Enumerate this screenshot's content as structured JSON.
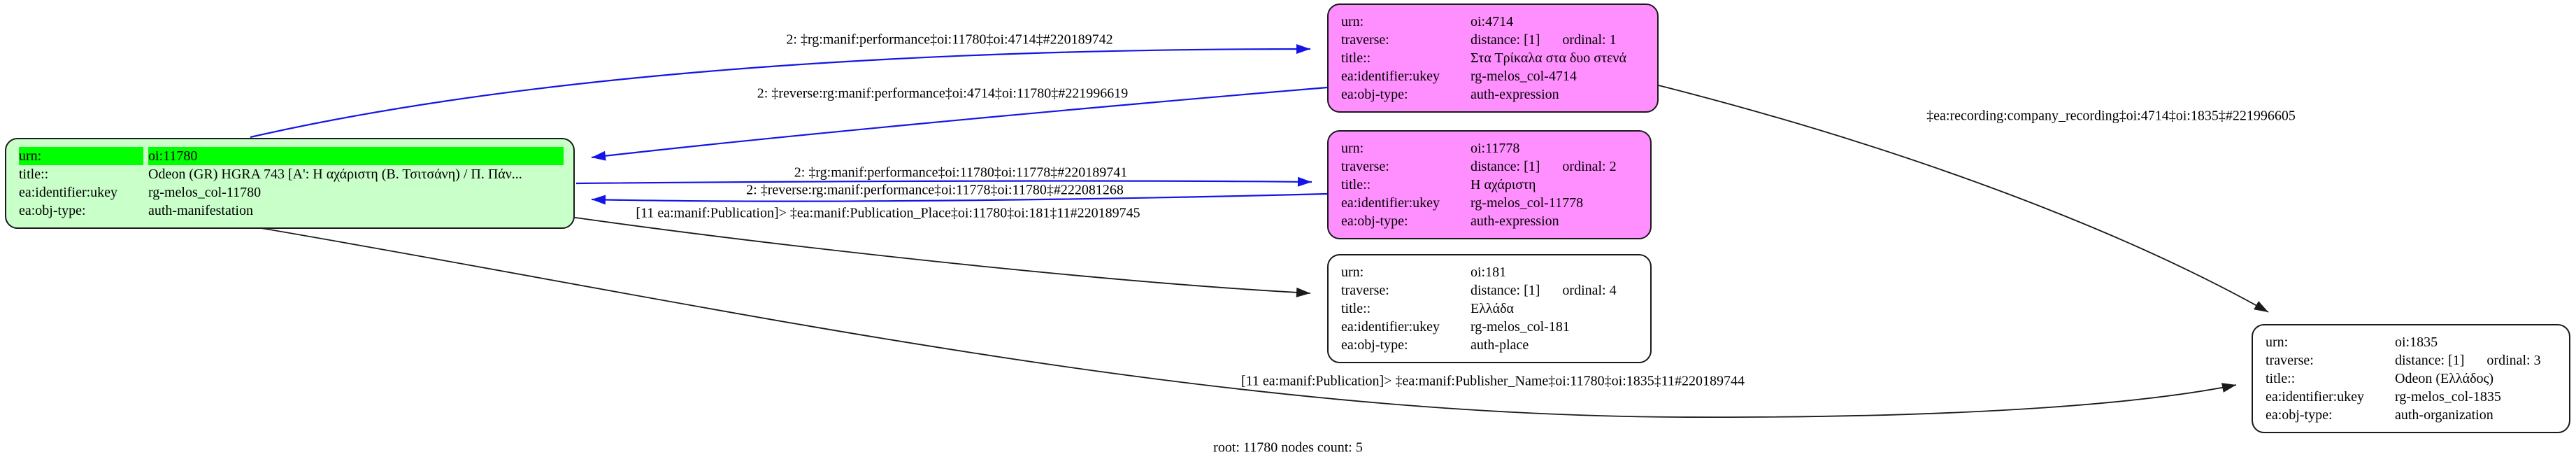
{
  "graph": {
    "caption": "root: 11780 nodes count: 5",
    "colors": {
      "root_fill": "#c9ffc9",
      "root_highlight": "#00ff00",
      "expression_fill": "#ff8fff",
      "plain_fill": "#ffffff",
      "edge_blue": "#1414e6",
      "edge_black": "#1a1a1a"
    },
    "nodes": [
      {
        "id": "oi:11780",
        "urn_key": "urn:",
        "urn_value": "oi:11780",
        "title_key": "title::",
        "title_value": "Odeon (GR) HGRA 743 [Α': Η αχάριστη (Β. Τσιτσάνη) / Π. Πάν...",
        "ukey_key": "ea:identifier:ukey",
        "ukey_value": "rg-melos_col-11780",
        "objtype_key": "ea:obj-type:",
        "objtype_value": "auth-manifestation"
      },
      {
        "id": "oi:4714",
        "urn_key": "urn:",
        "urn_value": "oi:4714",
        "traverse_key": "traverse:",
        "distance": "distance: [1]",
        "ordinal": "ordinal: 1",
        "title_key": "title::",
        "title_value": "Στα Τρίκαλα στα δυο στενά",
        "ukey_key": "ea:identifier:ukey",
        "ukey_value": "rg-melos_col-4714",
        "objtype_key": "ea:obj-type:",
        "objtype_value": "auth-expression"
      },
      {
        "id": "oi:11778",
        "urn_key": "urn:",
        "urn_value": "oi:11778",
        "traverse_key": "traverse:",
        "distance": "distance: [1]",
        "ordinal": "ordinal: 2",
        "title_key": "title::",
        "title_value": "Η αχάριστη",
        "ukey_key": "ea:identifier:ukey",
        "ukey_value": "rg-melos_col-11778",
        "objtype_key": "ea:obj-type:",
        "objtype_value": "auth-expression"
      },
      {
        "id": "oi:181",
        "urn_key": "urn:",
        "urn_value": "oi:181",
        "traverse_key": "traverse:",
        "distance": "distance: [1]",
        "ordinal": "ordinal: 4",
        "title_key": "title::",
        "title_value": "Ελλάδα",
        "ukey_key": "ea:identifier:ukey",
        "ukey_value": "rg-melos_col-181",
        "objtype_key": "ea:obj-type:",
        "objtype_value": "auth-place"
      },
      {
        "id": "oi:1835",
        "urn_key": "urn:",
        "urn_value": "oi:1835",
        "traverse_key": "traverse:",
        "distance": "distance: [1]",
        "ordinal": "ordinal: 3",
        "title_key": "title::",
        "title_value": "Odeon (Ελλάδος)",
        "ukey_key": "ea:identifier:ukey",
        "ukey_value": "rg-melos_col-1835",
        "objtype_key": "ea:obj-type:",
        "objtype_value": "auth-organization"
      }
    ],
    "edges": [
      {
        "label": "2: ‡rg:manif:performance‡oi:11780‡oi:4714‡#220189742"
      },
      {
        "label": "2: ‡reverse:rg:manif:performance‡oi:4714‡oi:11780‡#221996619"
      },
      {
        "label": "2: ‡rg:manif:performance‡oi:11780‡oi:11778‡#220189741"
      },
      {
        "label": "2: ‡reverse:rg:manif:performance‡oi:11778‡oi:11780‡#222081268"
      },
      {
        "label": "[11 ea:manif:Publication]> ‡ea:manif:Publication_Place‡oi:11780‡oi:181‡11#220189745"
      },
      {
        "label": "[11 ea:manif:Publication]> ‡ea:manif:Publisher_Name‡oi:11780‡oi:1835‡11#220189744"
      },
      {
        "label": "‡ea:recording:company_recording‡oi:4714‡oi:1835‡#221996605"
      }
    ]
  }
}
